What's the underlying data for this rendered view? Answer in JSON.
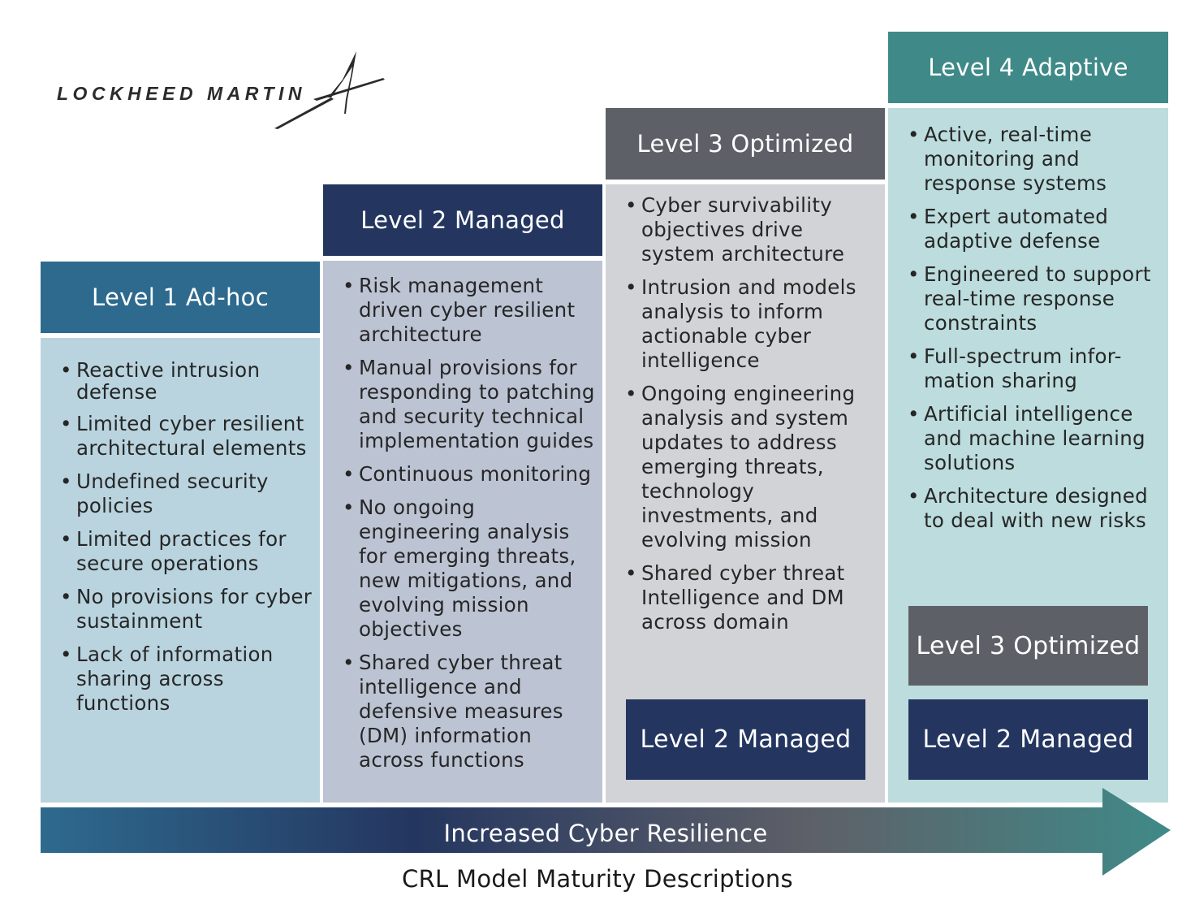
{
  "logo": {
    "text": "LOCKHEED MARTIN"
  },
  "levels": [
    {
      "title": "Level 1 Ad-hoc",
      "items": [
        "Reactive intrusion defense",
        "Limited cyber resilient architectural elements",
        "Undefined security policies",
        "Limited practices for secure operations",
        "No provisions for cyber sustainment",
        "Lack of information sharing across functions"
      ]
    },
    {
      "title": "Level 2 Managed",
      "items": [
        "Risk management driven cyber resilient architecture",
        "Manual provisions for responding to patching and security technical implementation guides",
        "Continuous monitoring",
        "No ongoing engineering analysis for emerging threats, new mitigations, and evolving mission objectives",
        "Shared cyber threat intelligence and defensive measures (DM) information across functions"
      ]
    },
    {
      "title": "Level 3 Optimized",
      "items": [
        "Cyber survivability objectives drive system architecture",
        "Intrusion and models analysis to inform actionable cyber intelligence",
        "Ongoing engineering analysis and system updates to address emerging threats, technology investments, and evolving mission",
        "Shared cyber threat Intelligence and DM across domain"
      ],
      "tags": [
        "Level 2 Managed"
      ]
    },
    {
      "title": "Level 4 Adaptive",
      "items": [
        "Active, real-time monitoring and response systems",
        "Expert automated adaptive defense",
        "Engineered to support real-time response constraints",
        "Full-spectrum infor-mation sharing",
        "Artificial intelligence and machine learning solutions",
        "Architecture designed to deal with new risks"
      ],
      "tags": [
        "Level 3 Optimized",
        "Level 2 Managed"
      ]
    }
  ],
  "arrow_label": "Increased Cyber Resilience",
  "caption": "CRL Model Maturity Descriptions",
  "colors": {
    "level1_header": "#2e6a8e",
    "level1_body": "#b9d4df",
    "level2_header": "#243660",
    "level2_body": "#bcc3d3",
    "level3_header": "#5e6068",
    "level3_body": "#d2d3d6",
    "level4_header": "#3f8a88",
    "level4_body": "#bcdcdd"
  }
}
